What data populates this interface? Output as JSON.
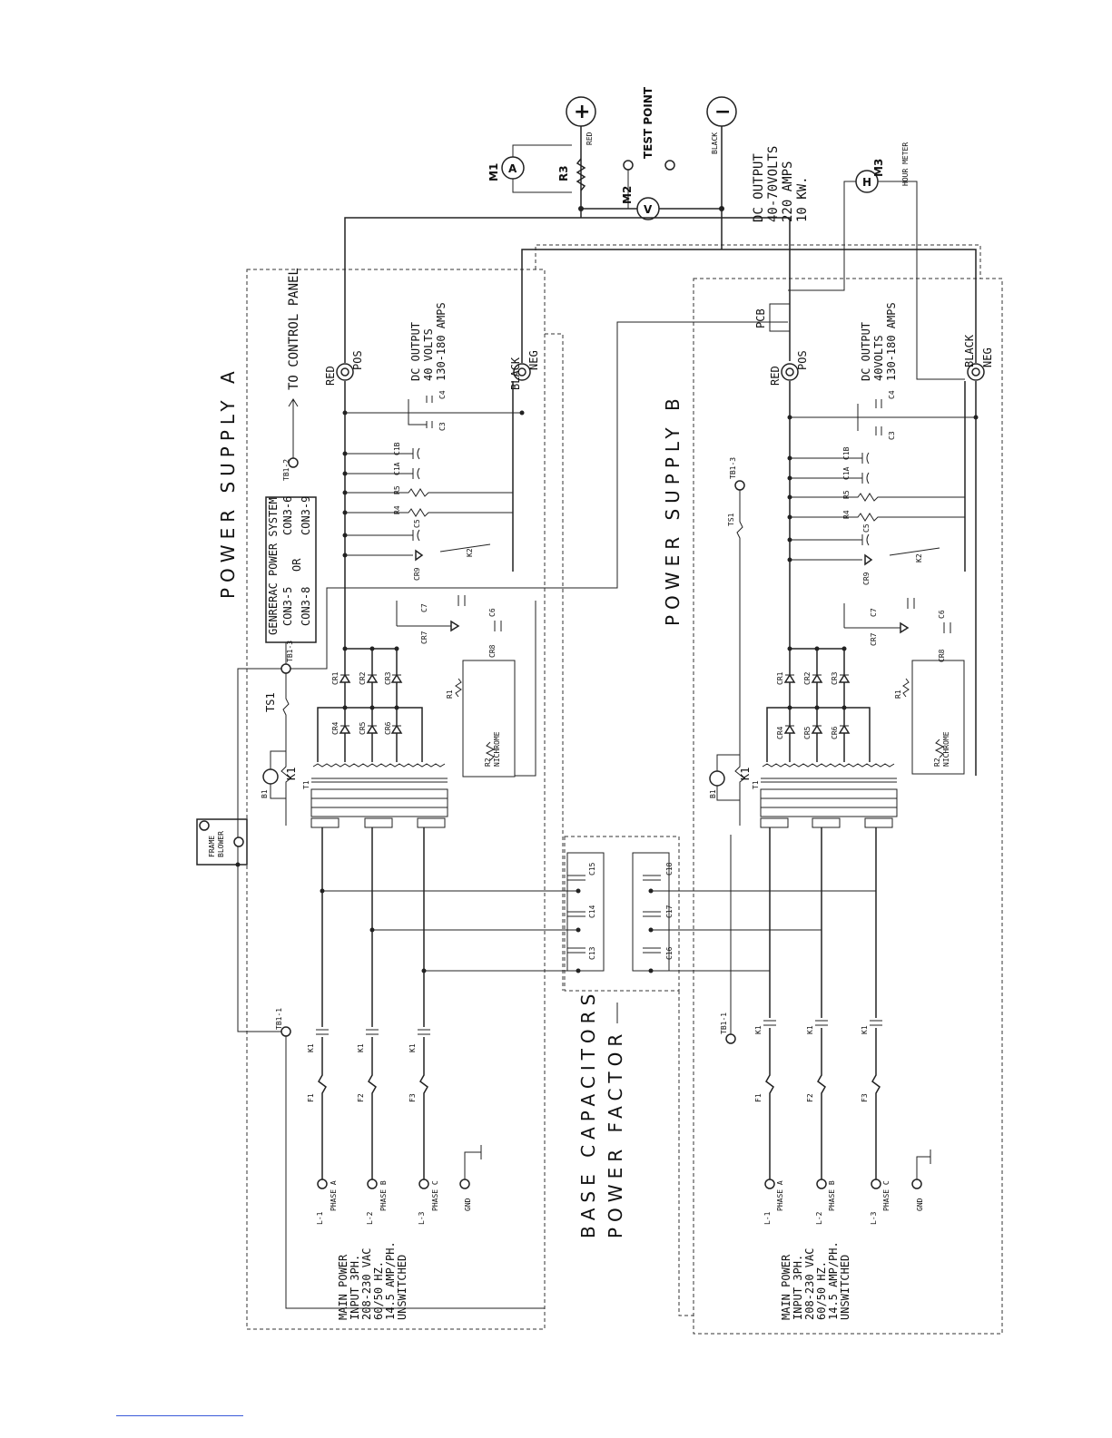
{
  "supply_a": {
    "title": "POWER SUPPLY A",
    "to_control_panel": "TO CONTROL PANEL",
    "genrerac": {
      "l1": "GENRERAC POWER SYSTEM",
      "l2": "CON3-5",
      "l3": "CON3-6",
      "l4": "CON3-8",
      "l5": "OR",
      "l6": "CON3-9"
    },
    "dc_output": {
      "l1": "DC OUTPUT",
      "l2": "40 VOLTS",
      "l3": "130-180 AMPS"
    },
    "main_power": {
      "l1": "MAIN POWER",
      "l2": "INPUT 3PH.",
      "l3": "208-230 VAC",
      "l4": "60/50 HZ.",
      "l5": "14.5 AMP/PH.",
      "l6": "UNSWITCHED"
    },
    "pos_color": "RED",
    "pos": "POS",
    "neg_color": "BLACK",
    "neg": "NEG",
    "tb1_1": "TB1-1",
    "tb1_2": "TB1-2",
    "tb1_3": "TB1-3",
    "frame_blower_1": "FRAME",
    "frame_blower_2": "BLOWER",
    "ts1": "TS1",
    "k1": "K1",
    "b1": "B1",
    "t1": "T1",
    "r1": "R1",
    "r2": "R2",
    "nichrome": "NICHROME",
    "k2": "K2",
    "cr9": "CR9",
    "c5": "C5",
    "r4": "R4",
    "r5": "R5",
    "c1a": "C1A",
    "c1b": "C1B",
    "c3": "C3",
    "c4": "C4",
    "c6": "C6",
    "c7": "C7",
    "cr7": "CR7",
    "cr8": "CR8",
    "cr1": "CR1",
    "cr2": "CR2",
    "cr3": "CR3",
    "cr4": "CR4",
    "cr5": "CR5",
    "cr6": "CR6",
    "f1": "F1",
    "f2": "F2",
    "f3": "F3",
    "l1": "L-1",
    "l2": "L-2",
    "l3": "L-3",
    "phase_a": "PHASE A",
    "phase_b": "PHASE B",
    "phase_c": "PHASE C",
    "gnd": "GND"
  },
  "supply_b": {
    "title": "POWER SUPPLY B",
    "dc_output": {
      "l1": "DC OUTPUT",
      "l2": "40VOLTS",
      "l3": "130-180 AMPS"
    },
    "main_power": {
      "l1": "MAIN POWER",
      "l2": "INPUT 3PH.",
      "l3": "208-230 VAC",
      "l4": "60/50 HZ.",
      "l5": "14.5 AMP/PH.",
      "l6": "UNSWITCHED"
    },
    "pos_color": "RED",
    "pos": "POS",
    "neg_color": "BLACK",
    "neg": "NEG",
    "tb1_1": "TB1-1",
    "tb1_3": "TB1-3",
    "pcb": "PCB",
    "ts1": "TS1",
    "k1": "K1",
    "b1": "B1",
    "t1": "T1",
    "r1": "R1",
    "r2": "R2",
    "nichrome": "NICHROME",
    "k2": "K2",
    "cr9": "CR9",
    "c5": "C5",
    "r4": "R4",
    "r5": "R5",
    "c1a": "C1A",
    "c1b": "C1B",
    "c3": "C3",
    "c4": "C4",
    "c6": "C6",
    "c7": "C7",
    "cr7": "CR7",
    "cr8": "CR8",
    "cr1": "CR1",
    "cr2": "CR2",
    "cr3": "CR3",
    "cr4": "CR4",
    "cr5": "CR5",
    "cr6": "CR6",
    "f1": "F1",
    "f2": "F2",
    "f3": "F3",
    "l1": "L-1",
    "l2": "L-2",
    "l3": "L-3",
    "phase_a": "PHASE A",
    "phase_b": "PHASE B",
    "phase_c": "PHASE C",
    "gnd": "GND"
  },
  "base_caps": {
    "l1": "BASE CAPACITORS",
    "l2": "POWER FACTOR",
    "c13": "C13",
    "c14": "C14",
    "c15": "C15",
    "c16": "C16",
    "c17": "C17",
    "c18": "C18"
  },
  "output": {
    "m1": "M1",
    "m1_sym": "A",
    "m2": "M2",
    "m2_sym": "V",
    "m3": "M3",
    "m3_sym": "H",
    "r3": "R3",
    "test_point": "TEST POINT",
    "red": "RED",
    "black": "BLACK",
    "plus": "+",
    "minus": "−",
    "hour_meter": "HOUR METER",
    "dc_l1": "DC OUTPUT",
    "dc_l2": "40-70VOLTS",
    "dc_l3": "220 AMPS",
    "dc_l4": "10 KW."
  }
}
